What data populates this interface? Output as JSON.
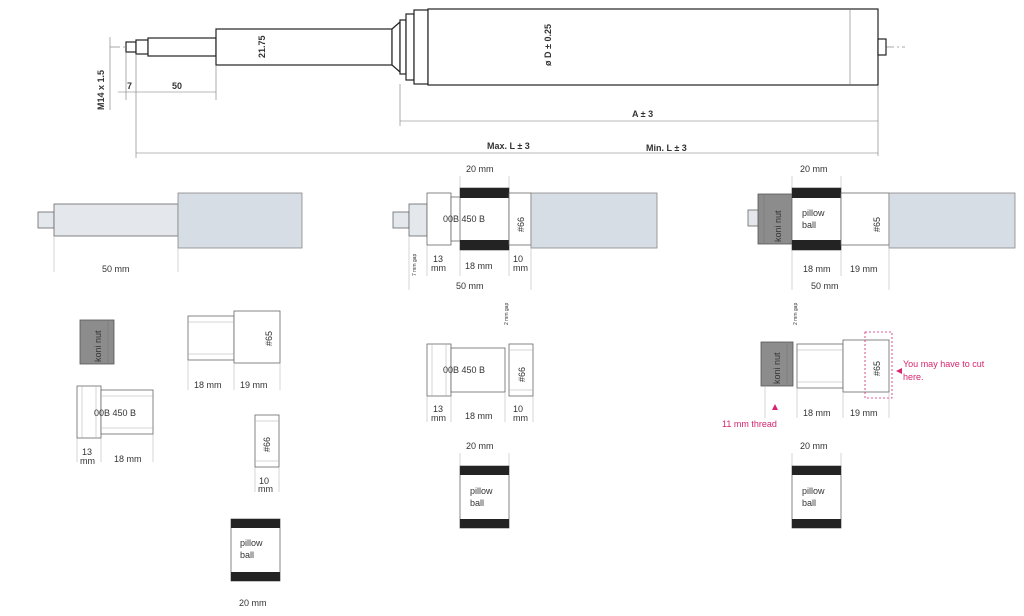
{
  "top_drawing": {
    "thread": "M14 x 1.5",
    "dim_7": "7",
    "dim_50": "50",
    "rod_diameter": "21.75",
    "body_diameter": "ø D ± 0.25",
    "dim_a": "A ± 3",
    "max_len": "Max. L ± 3",
    "min_len": "Min. L ± 3"
  },
  "left_column": {
    "rod_50mm": "50 mm",
    "koni_nut": "koni nut",
    "oob_label": "00B 450 B",
    "dim_13mm": "13",
    "dim_13mm_unit": "mm",
    "dim_18mm": "18 mm",
    "part65": "#65",
    "dim_18mm_b": "18 mm",
    "dim_19mm": "19 mm",
    "part66": "#66",
    "dim_10mm": "10",
    "dim_10mm_unit": "mm",
    "pillow_line1": "pillow",
    "pillow_line2": "ball",
    "dim_20mm": "20 mm"
  },
  "middle_column": {
    "dim_20mm_top": "20 mm",
    "oob_label": "00B 450 B",
    "part66": "#66",
    "gap_7mm": "7 mm gap",
    "dim_13": "13",
    "dim_13_unit": "mm",
    "dim_18mm": "18 mm",
    "dim_10": "10",
    "dim_10_unit": "mm",
    "dim_50mm": "50 mm",
    "gap_2mm": "2 mm gap",
    "oob_label_b": "00B 450 B",
    "part66_b": "#66",
    "dim_13_b": "13",
    "dim_13_b_unit": "mm",
    "dim_18mm_b": "18 mm",
    "dim_10_b": "10",
    "dim_10_b_unit": "mm",
    "dim_20mm_b": "20 mm",
    "pillow_line1": "pillow",
    "pillow_line2": "ball"
  },
  "right_column": {
    "dim_20mm_top": "20 mm",
    "koni_nut": "koni nut",
    "pillow_line1": "pillow",
    "pillow_line2": "ball",
    "part65": "#65",
    "dim_18mm": "18 mm",
    "dim_19mm": "19 mm",
    "dim_50mm": "50 mm",
    "gap_2mm": "2 mm gap",
    "koni_nut_b": "koni nut",
    "part65_b": "#65",
    "cut_note_1": "You may have to cut",
    "cut_note_2": "here.",
    "thread_note": "11 mm thread",
    "dim_18mm_b": "18 mm",
    "dim_19mm_b": "19 mm",
    "dim_20mm_b": "20 mm",
    "pillow_b_line1": "pillow",
    "pillow_b_line2": "ball"
  },
  "colors": {
    "accent_pink": "#d6246e",
    "body_blue_grey": "#d6dde4",
    "koni_grey": "#8c8c8c",
    "band_black": "#232323"
  }
}
